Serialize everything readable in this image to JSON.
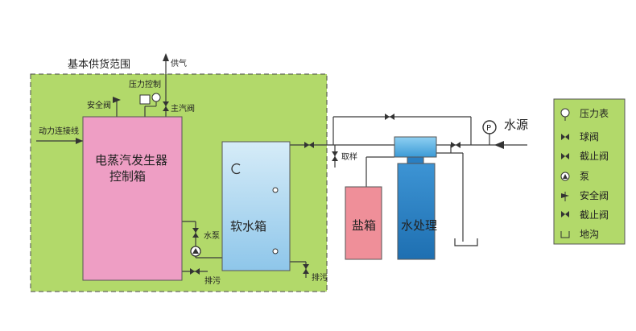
{
  "supply_scope_label": "基本供货范围",
  "steam_supply_label": "供气",
  "pressure_control_label": "压力控制",
  "safety_valve_label": "安全阀",
  "main_steam_valve_label": "主汽阀",
  "power_line_label": "动力连接线",
  "generator": {
    "line1": "电蒸汽发生器",
    "line2": "控制箱"
  },
  "soft_water_tank_label": "软水箱",
  "pump_label": "水泵",
  "blowdown_label_1": "排污",
  "blowdown_label_2": "排污",
  "sampling_label": "取样",
  "salt_tank_label": "盐箱",
  "water_treatment_label": "水处理",
  "water_source_label": "水源",
  "legend": {
    "items": [
      {
        "icon": "pressure-gauge-icon",
        "label": "压力表"
      },
      {
        "icon": "ball-valve-icon",
        "label": "球阀"
      },
      {
        "icon": "stop-valve-icon",
        "label": "截止阀"
      },
      {
        "icon": "pump-icon",
        "label": "泵"
      },
      {
        "icon": "safety-valve-icon",
        "label": "安全阀"
      },
      {
        "icon": "stop-valve-icon",
        "label": "截止阀"
      },
      {
        "icon": "trench-icon",
        "label": "地沟"
      }
    ]
  },
  "colors": {
    "scope_fill": "#b2d96a",
    "scope_border": "#4a4a4a",
    "generator_fill": "#ee9ec4",
    "soft_tank_fill": "#a6d3ef",
    "salt_tank_fill": "#ef8f99",
    "treatment_fill": "#2f86c9",
    "legend_fill": "#b2d96a",
    "pipe": "#3a3a3a"
  }
}
